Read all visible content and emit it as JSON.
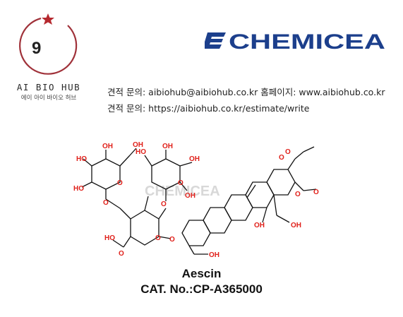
{
  "brand": {
    "logo_digit": "9",
    "name": "AI BIO HUB",
    "subtitle": "에이 아이 바이오 허브",
    "star_color": "#b5282e",
    "arc_color": "#a0323a"
  },
  "partner_logo": {
    "text": "CHEMICEA",
    "color": "#1c3f8c"
  },
  "contact": {
    "line1": "견적 문의: aibiohub@aibiohub.co.kr  홈페이지: www.aibiohub.co.kr",
    "line2": "견적 문의: https://aibiohub.co.kr/estimate/write"
  },
  "structure": {
    "watermark": "CHEMICEA",
    "atom_labels": [
      "HO",
      "OH",
      "OH",
      "OH",
      "HO",
      "HO",
      "O",
      "O",
      "O",
      "OH",
      "OH",
      "O",
      "HO",
      "O",
      "O",
      "O",
      "O",
      "O",
      "O",
      "O",
      "OH",
      "OH",
      "OH"
    ]
  },
  "product": {
    "name": "Aescin",
    "catalog": "CAT. No.:CP-A365000"
  },
  "colors": {
    "oxygen": "#e0201a",
    "bond": "#111111"
  }
}
